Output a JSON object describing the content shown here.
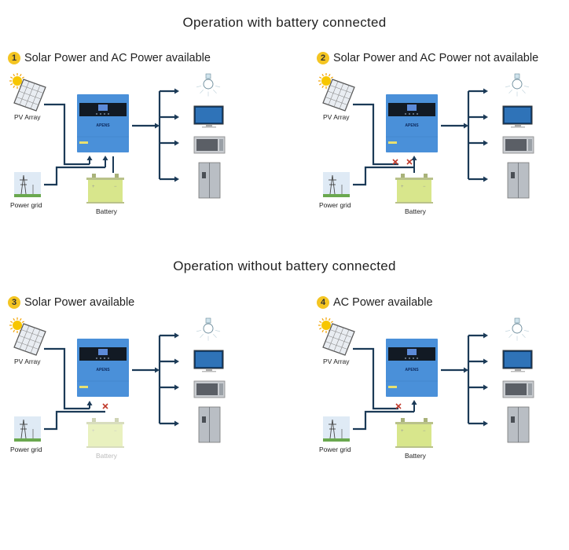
{
  "sections": [
    {
      "title": "Operation with battery connected"
    },
    {
      "title": "Operation without  battery connected"
    }
  ],
  "panels": [
    {
      "number": "1",
      "title": "Solar Power and AC Power available",
      "pv_connected": true,
      "grid_connected": true,
      "battery_role": "charging",
      "battery_faded": false
    },
    {
      "number": "2",
      "title": "Solar Power and AC Power not available",
      "pv_connected": false,
      "grid_connected": false,
      "battery_role": "discharging",
      "battery_faded": false
    },
    {
      "number": "3",
      "title": "Solar Power available",
      "pv_connected": true,
      "grid_connected": false,
      "battery_role": "none",
      "battery_faded": true
    },
    {
      "number": "4",
      "title": "AC Power available",
      "pv_connected": false,
      "grid_connected": true,
      "battery_role": "none",
      "battery_faded": false
    }
  ],
  "labels": {
    "pv": "PV Array",
    "grid": "Power grid",
    "battery": "Battery",
    "brand": "APENS"
  },
  "icons": {
    "pv": "solar-panel-icon",
    "grid": "power-grid-tower-icon",
    "battery": "battery-icon",
    "inverter": "inverter-icon",
    "loads": [
      "light-bulb-icon",
      "tv-icon",
      "microwave-icon",
      "refrigerator-icon"
    ]
  },
  "colors": {
    "line": "#1b3a57",
    "badge": "#f4c522",
    "inverter": "#4a90d9",
    "battery": "#d8e68c",
    "cross": "#c0392b"
  }
}
